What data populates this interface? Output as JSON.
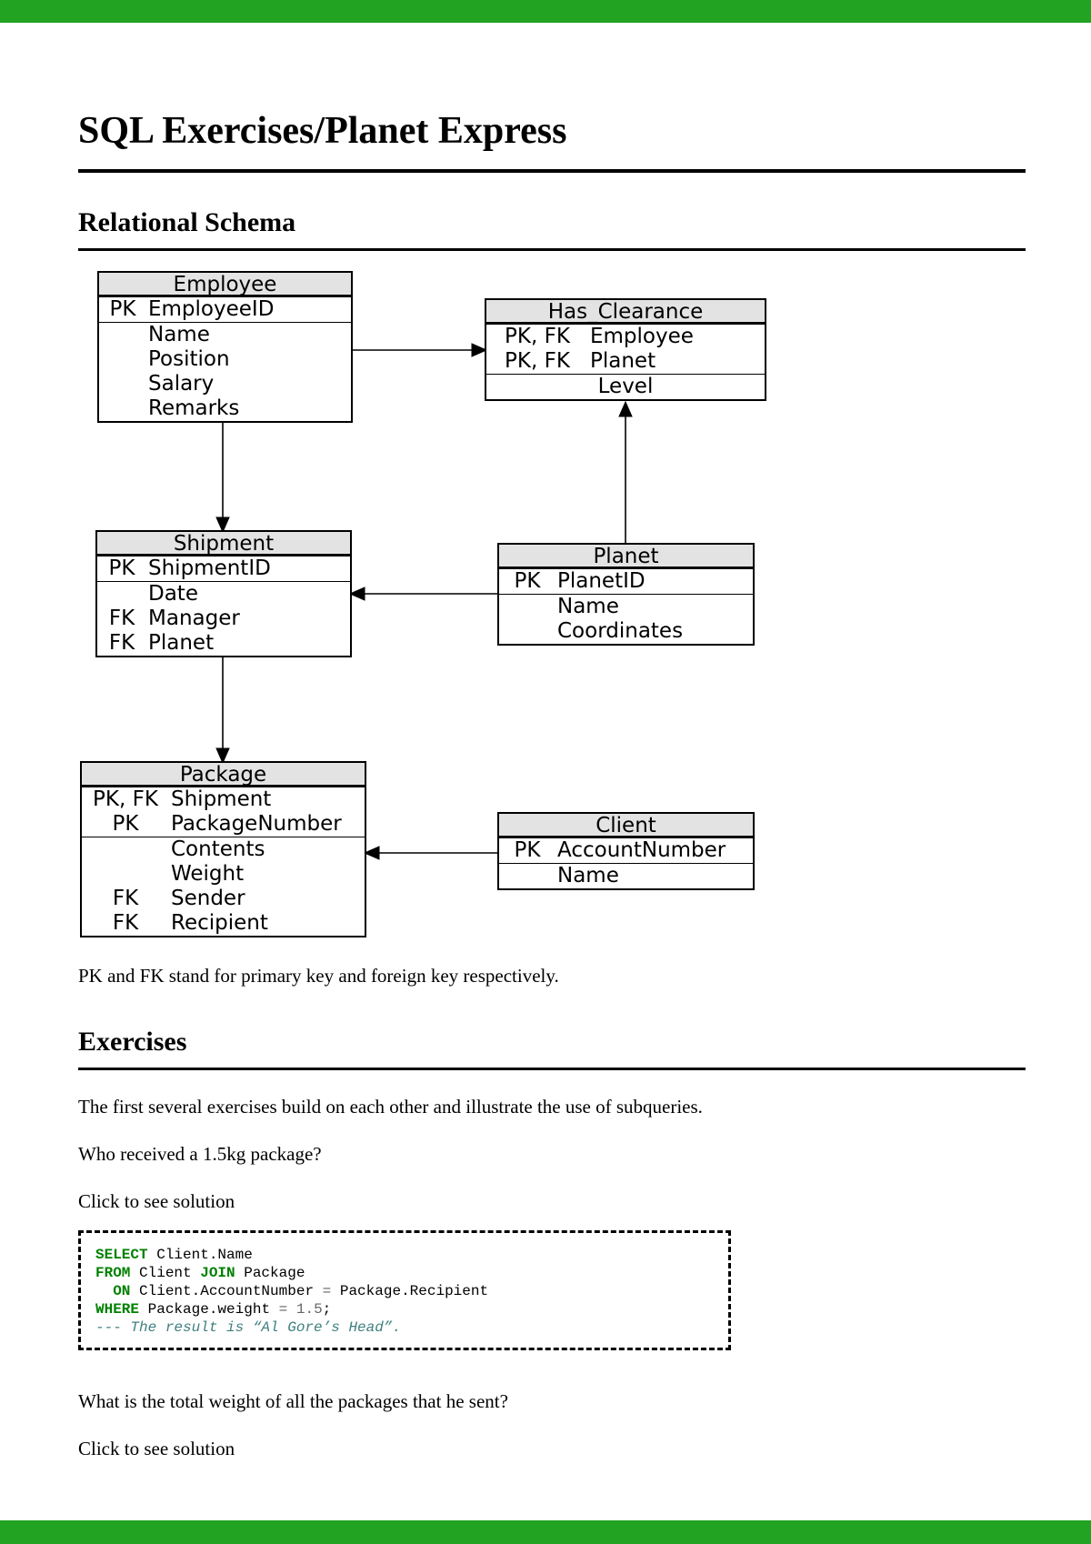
{
  "page": {
    "title": "SQL Exercises/Planet Express",
    "top_bar_color": "#22a322",
    "bottom_bar_color": "#22a322"
  },
  "schema_section": {
    "heading": "Relational Schema",
    "note": "PK and FK stand for primary key and foreign key respectively.",
    "tables": [
      {
        "id": "employee",
        "title": "Employee",
        "groups": [
          [
            {
              "key": "PK",
              "attr": "EmployeeID"
            }
          ],
          [
            {
              "key": "",
              "attr": "Name"
            },
            {
              "key": "",
              "attr": "Position"
            },
            {
              "key": "",
              "attr": "Salary"
            },
            {
              "key": "",
              "attr": "Remarks"
            }
          ]
        ]
      },
      {
        "id": "has_clearance",
        "title": "Has_Clearance",
        "groups": [
          [
            {
              "key": "PK, FK",
              "attr": "Employee"
            },
            {
              "key": "PK, FK",
              "attr": "Planet"
            }
          ],
          [
            {
              "attr": "Level",
              "center": true
            }
          ]
        ]
      },
      {
        "id": "shipment",
        "title": "Shipment",
        "groups": [
          [
            {
              "key": "PK",
              "attr": "ShipmentID"
            }
          ],
          [
            {
              "key": "",
              "attr": "Date"
            },
            {
              "key": "FK",
              "attr": "Manager"
            },
            {
              "key": "FK",
              "attr": "Planet"
            }
          ]
        ]
      },
      {
        "id": "planet",
        "title": "Planet",
        "groups": [
          [
            {
              "key": "PK",
              "attr": "PlanetID"
            }
          ],
          [
            {
              "key": "",
              "attr": "Name"
            },
            {
              "key": "",
              "attr": "Coordinates"
            }
          ]
        ]
      },
      {
        "id": "package",
        "title": "Package",
        "groups": [
          [
            {
              "key": "PK, FK",
              "attr": "Shipment"
            },
            {
              "key": "PK",
              "attr": "PackageNumber"
            }
          ],
          [
            {
              "key": "",
              "attr": "Contents"
            },
            {
              "key": "",
              "attr": "Weight"
            },
            {
              "key": "FK",
              "attr": "Sender"
            },
            {
              "key": "FK",
              "attr": "Recipient"
            }
          ]
        ]
      },
      {
        "id": "client",
        "title": "Client",
        "groups": [
          [
            {
              "key": "PK",
              "attr": "AccountNumber"
            }
          ],
          [
            {
              "key": "",
              "attr": "Name"
            }
          ]
        ]
      }
    ]
  },
  "exercises_section": {
    "heading": "Exercises",
    "intro": "The first several exercises build on each other and illustrate the use of subqueries.",
    "exercise1": {
      "question": "Who received a 1.5kg package?",
      "toggle_label": "Click to see solution",
      "code_lines": [
        [
          [
            "kw",
            "SELECT"
          ],
          [
            "pl",
            " Client.Name"
          ]
        ],
        [
          [
            "kw",
            "FROM"
          ],
          [
            "pl",
            " Client "
          ],
          [
            "kw",
            "JOIN"
          ],
          [
            "pl",
            " Package"
          ]
        ],
        [
          [
            "pl",
            "  "
          ],
          [
            "kw",
            "ON"
          ],
          [
            "pl",
            " Client.AccountNumber "
          ],
          [
            "op",
            "="
          ],
          [
            "pl",
            " Package.Recipient"
          ]
        ],
        [
          [
            "kw",
            "WHERE"
          ],
          [
            "pl",
            " Package.weight "
          ],
          [
            "op",
            "="
          ],
          [
            "pl",
            " "
          ],
          [
            "num",
            "1.5"
          ],
          [
            "pl",
            ";"
          ]
        ],
        [
          [
            "cm",
            "--- The result is “Al Gore’s Head”."
          ]
        ]
      ]
    },
    "exercise2": {
      "question": "What is the total weight of all the packages that he sent?",
      "toggle_label": "Click to see solution"
    }
  },
  "code_colors": {
    "keyword": "#008000",
    "comment": "#408080",
    "number": "#666666",
    "operator": "#666666"
  }
}
